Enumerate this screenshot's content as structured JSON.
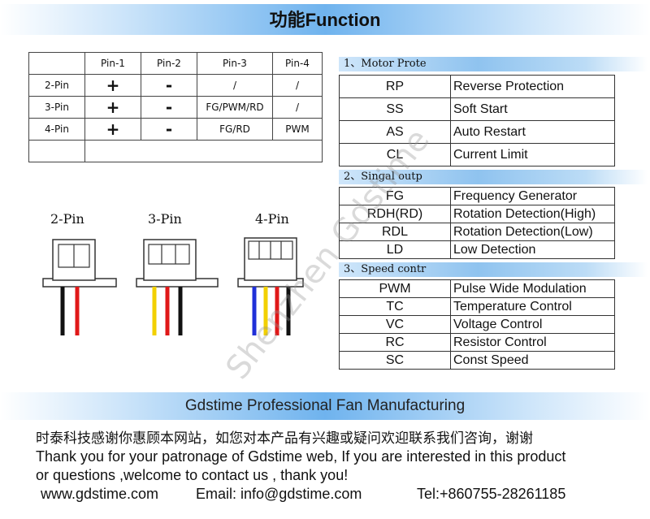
{
  "header": {
    "title": "功能Function"
  },
  "pin_table": {
    "headers": [
      "",
      "Pin-1",
      "Pin-2",
      "Pin-3",
      "Pin-4"
    ],
    "rows": [
      [
        "2-Pin",
        "+",
        "-",
        "/",
        "/"
      ],
      [
        "3-Pin",
        "+",
        "-",
        "FG/PWM/RD",
        "/"
      ],
      [
        "4-Pin",
        "+",
        "-",
        "FG/RD",
        "PWM"
      ]
    ]
  },
  "sections": [
    {
      "title": "1、Motor Prote",
      "rows": [
        [
          "RP",
          "Reverse Protection"
        ],
        [
          "SS",
          "Soft Start"
        ],
        [
          "AS",
          "Auto Restart"
        ],
        [
          "CL",
          "Current Limit"
        ]
      ]
    },
    {
      "title": "2、Singal outp",
      "rows": [
        [
          "FG",
          "Frequency Generator"
        ],
        [
          "RDH(RD)",
          "Rotation Detection(High)"
        ],
        [
          "RDL",
          "Rotation Detection(Low)"
        ],
        [
          "LD",
          "Low Detection"
        ]
      ]
    },
    {
      "title": "3、Speed contr",
      "rows": [
        [
          "PWM",
          "Pulse Wide Modulation"
        ],
        [
          "TC",
          "Temperature Control"
        ],
        [
          "VC",
          "Voltage Control"
        ],
        [
          "RC",
          "Resistor Control"
        ],
        [
          "SC",
          "Const Speed"
        ]
      ]
    }
  ],
  "connectors": {
    "two": "2-Pin",
    "three": "3-Pin",
    "four": "4-Pin"
  },
  "wire_colors": {
    "black": "#111111",
    "red": "#e01818",
    "yellow": "#f2d000",
    "blue": "#2030d8"
  },
  "watermark": "Shenzhen Gdstime",
  "footer": {
    "band": "Gdstime Professional Fan Manufacturing",
    "cn": "时泰科技感谢你惠顾本网站，如您对本产品有兴趣或疑问欢迎联系我们咨询，谢谢",
    "en1": "Thank you for your patronage of Gdstime web, If you are interested in this product",
    "en2": "or questions ,welcome to contact us , thank you!",
    "web": "www.gdstime.com",
    "email": "Email: info@gdstime.com",
    "tel": "Tel:+860755-28261185"
  }
}
